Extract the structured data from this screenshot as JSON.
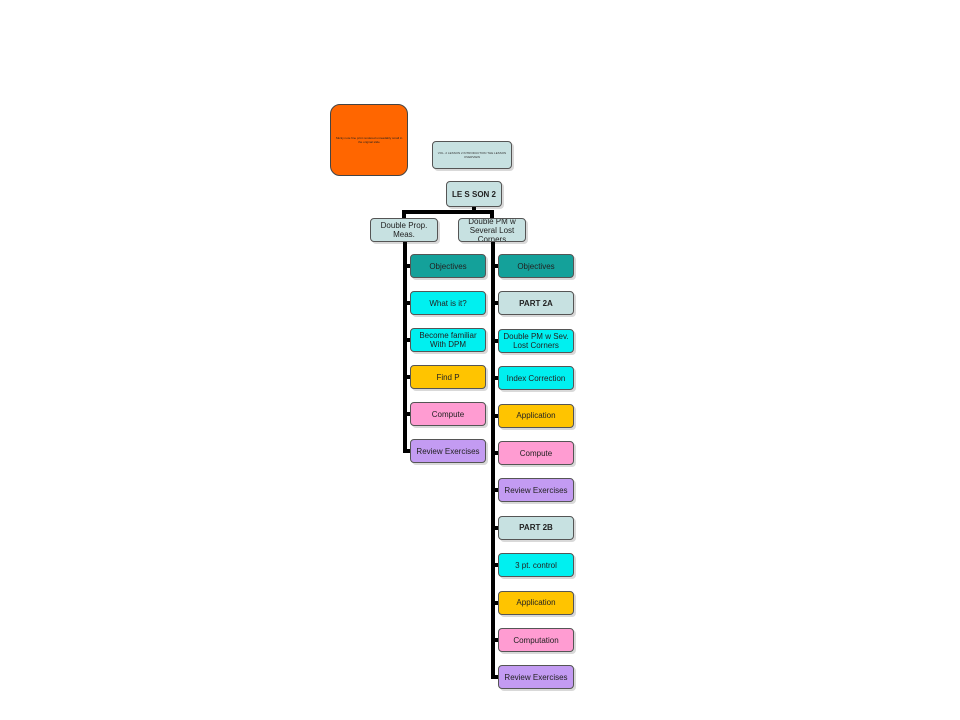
{
  "colors": {
    "orange": "#ff6600",
    "root": "#c7e1e1",
    "branch": "#c7e1e1",
    "teal": "#14a19a",
    "cyan": "#00f0f0",
    "gold": "#ffc400",
    "pink": "#ff9cd2",
    "violet": "#c39bf2",
    "steel": "#c7e1e1"
  },
  "note": {
    "text": "Sticky note fine print rendered unreadably small in the original slide"
  },
  "root": {
    "caption": "VOL. 2 LESSON 2 INTRODUCTION THE LESSON OVERVIEW",
    "label": "LE S SON  2"
  },
  "branches": [
    {
      "label": "Double Prop. Meas.",
      "items": [
        {
          "label": "Objectives",
          "color": "teal"
        },
        {
          "label": "What is it?",
          "color": "cyan"
        },
        {
          "label": "Become familiar With DPM",
          "color": "cyan"
        },
        {
          "label": "Find P",
          "color": "gold"
        },
        {
          "label": "Compute",
          "color": "pink"
        },
        {
          "label": "Review Exercises",
          "color": "violet"
        }
      ]
    },
    {
      "label": "Double PM w Several Lost Corners",
      "items": [
        {
          "label": "Objectives",
          "color": "teal"
        },
        {
          "label": "PART 2A",
          "color": "steel",
          "bold": true
        },
        {
          "label": "Double PM w Sev. Lost Corners",
          "color": "cyan"
        },
        {
          "label": "Index Correction",
          "color": "cyan"
        },
        {
          "label": "Application",
          "color": "gold"
        },
        {
          "label": "Compute",
          "color": "pink"
        },
        {
          "label": "Review Exercises",
          "color": "violet"
        },
        {
          "label": "PART 2B",
          "color": "steel",
          "bold": true
        },
        {
          "label": "3 pt. control",
          "color": "cyan"
        },
        {
          "label": "Application",
          "color": "gold"
        },
        {
          "label": "Computation",
          "color": "pink"
        },
        {
          "label": "Review Exercises",
          "color": "violet"
        }
      ]
    }
  ]
}
